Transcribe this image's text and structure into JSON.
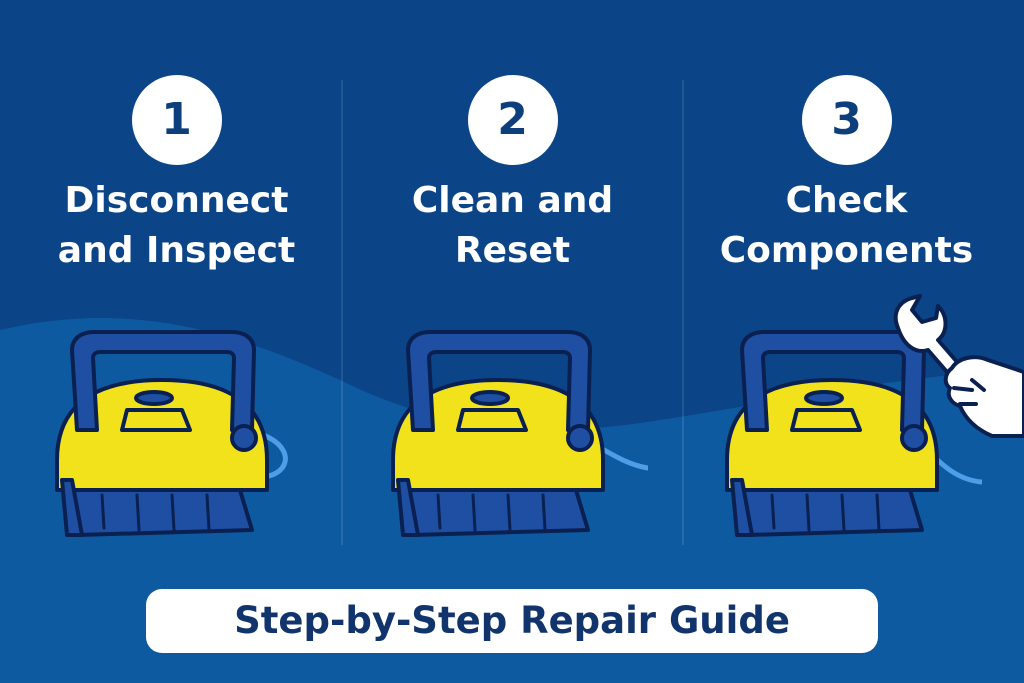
{
  "steps": [
    {
      "number": "1",
      "title_line1": "Disconnect",
      "title_line2": "and Inspect"
    },
    {
      "number": "2",
      "title_line1": "Clean and",
      "title_line2": "Reset"
    },
    {
      "number": "3",
      "title_line1": "Check",
      "title_line2": "Components"
    }
  ],
  "banner": {
    "label": "Step-by-Step Repair Guide"
  },
  "colors": {
    "background_dark": "#0b4487",
    "background_wave": "#0e5aa0",
    "robot_body": "#f2e21c",
    "robot_frame": "#1f4fa3",
    "outline": "#0a2050",
    "banner_text": "#12346c"
  },
  "icons": [
    "pool-robot-icon",
    "wrench-icon"
  ]
}
